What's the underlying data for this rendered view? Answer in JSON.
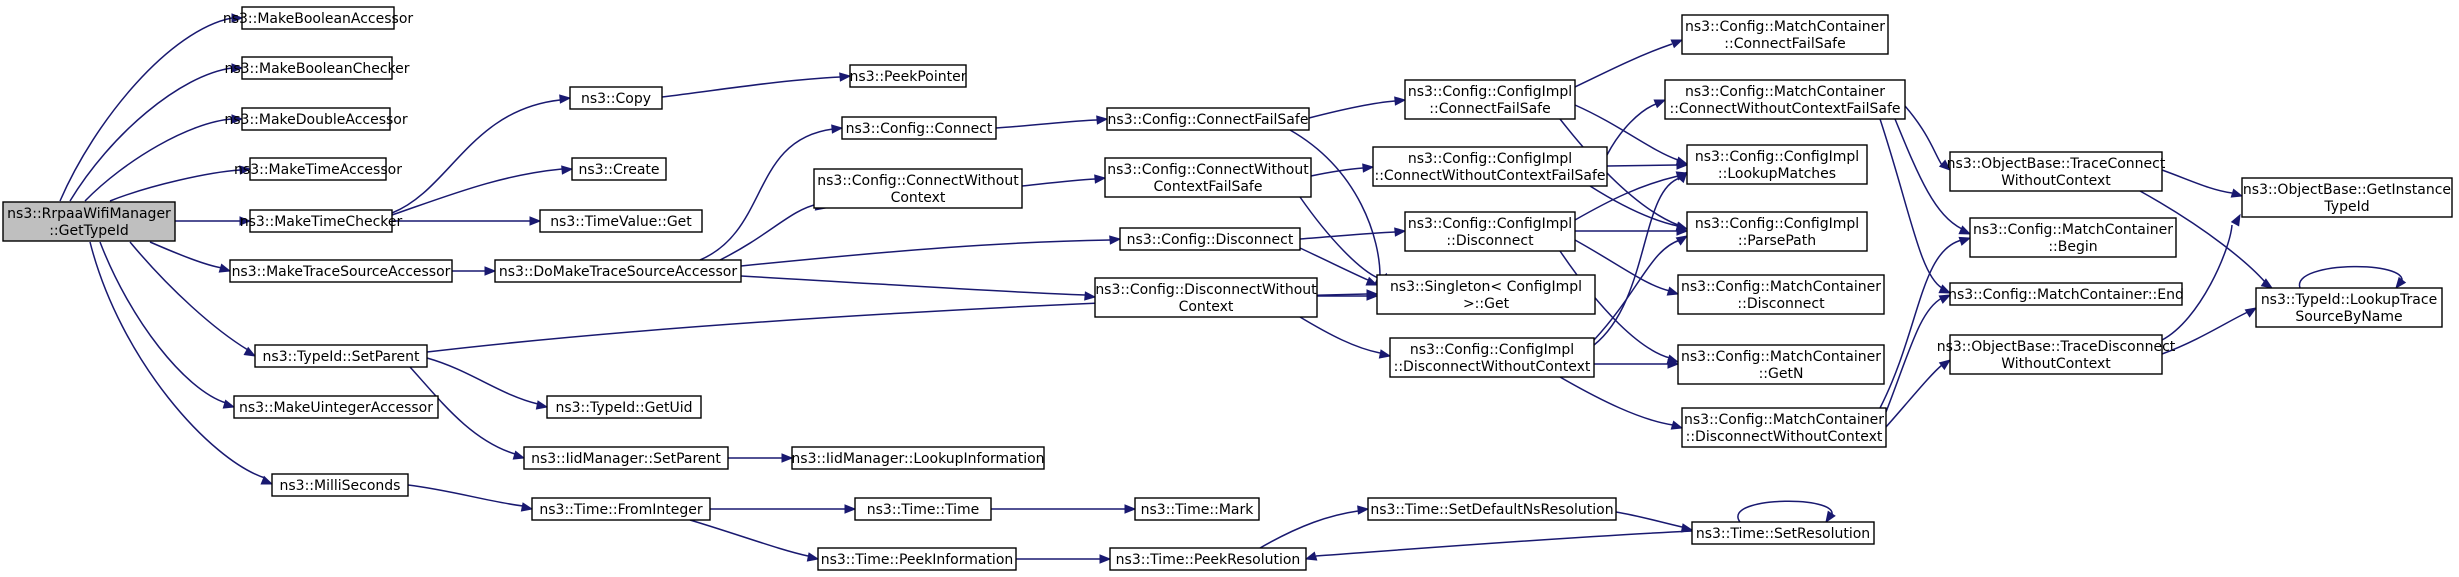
{
  "diagram": {
    "colors": {
      "edge": "#191970",
      "node_border": "#000000",
      "node_fill": "#ffffff",
      "root_fill": "#bfbfbf",
      "background": "#ffffff"
    },
    "nodes": [
      {
        "id": "root",
        "lines": [
          "ns3::RrpaaWifiManager",
          "::GetTypeId"
        ],
        "root": true
      },
      {
        "id": "makeBoolAcc",
        "lines": [
          "ns3::MakeBooleanAccessor"
        ]
      },
      {
        "id": "makeBoolChk",
        "lines": [
          "ns3::MakeBooleanChecker"
        ]
      },
      {
        "id": "makeDblAcc",
        "lines": [
          "ns3::MakeDoubleAccessor"
        ]
      },
      {
        "id": "makeTimeAcc",
        "lines": [
          "ns3::MakeTimeAccessor"
        ]
      },
      {
        "id": "makeTimeChk",
        "lines": [
          "ns3::MakeTimeChecker"
        ]
      },
      {
        "id": "makeTSA",
        "lines": [
          "ns3::MakeTraceSourceAccessor"
        ]
      },
      {
        "id": "setParent",
        "lines": [
          "ns3::TypeId::SetParent"
        ]
      },
      {
        "id": "makeUintAcc",
        "lines": [
          "ns3::MakeUintegerAccessor"
        ]
      },
      {
        "id": "milli",
        "lines": [
          "ns3::MilliSeconds"
        ]
      },
      {
        "id": "copy",
        "lines": [
          "ns3::Copy"
        ]
      },
      {
        "id": "create",
        "lines": [
          "ns3::Create"
        ]
      },
      {
        "id": "tvGet",
        "lines": [
          "ns3::TimeValue::Get"
        ]
      },
      {
        "id": "doMakeTSA",
        "lines": [
          "ns3::DoMakeTraceSourceAccessor"
        ]
      },
      {
        "id": "getUid",
        "lines": [
          "ns3::TypeId::GetUid"
        ]
      },
      {
        "id": "iidSetParent",
        "lines": [
          "ns3::IidManager::SetParent"
        ]
      },
      {
        "id": "fromInt",
        "lines": [
          "ns3::Time::FromInteger"
        ]
      },
      {
        "id": "peekPtr",
        "lines": [
          "ns3::PeekPointer"
        ]
      },
      {
        "id": "cfgConnect",
        "lines": [
          "ns3::Config::Connect"
        ]
      },
      {
        "id": "cfgConnWoCtx",
        "lines": [
          "ns3::Config::ConnectWithout",
          "Context"
        ]
      },
      {
        "id": "iidLookup",
        "lines": [
          "ns3::IidManager::LookupInformation"
        ]
      },
      {
        "id": "timeTime",
        "lines": [
          "ns3::Time::Time"
        ]
      },
      {
        "id": "peekInfo",
        "lines": [
          "ns3::Time::PeekInformation"
        ]
      },
      {
        "id": "cfgConnFS",
        "lines": [
          "ns3::Config::ConnectFailSafe"
        ]
      },
      {
        "id": "cfgConnWoCtxFS",
        "lines": [
          "ns3::Config::ConnectWithout",
          "ContextFailSafe"
        ]
      },
      {
        "id": "cfgDisconnect",
        "lines": [
          "ns3::Config::Disconnect"
        ]
      },
      {
        "id": "cfgDiscWoCtx",
        "lines": [
          "ns3::Config::DisconnectWithout",
          "Context"
        ]
      },
      {
        "id": "timeMark",
        "lines": [
          "ns3::Time::Mark"
        ]
      },
      {
        "id": "peekRes",
        "lines": [
          "ns3::Time::PeekResolution"
        ]
      },
      {
        "id": "implConnFS",
        "lines": [
          "ns3::Config::ConfigImpl",
          "::ConnectFailSafe"
        ]
      },
      {
        "id": "implConnWoCtxFS",
        "lines": [
          "ns3::Config::ConfigImpl",
          "::ConnectWithoutContextFailSafe"
        ]
      },
      {
        "id": "implDisconnect",
        "lines": [
          "ns3::Config::ConfigImpl",
          "::Disconnect"
        ]
      },
      {
        "id": "singletonGet",
        "lines": [
          "ns3::Singleton< ConfigImpl",
          " >::Get"
        ]
      },
      {
        "id": "implDiscWoCtx",
        "lines": [
          "ns3::Config::ConfigImpl",
          "::DisconnectWithoutContext"
        ]
      },
      {
        "id": "setDefRes",
        "lines": [
          "ns3::Time::SetDefaultNsResolution"
        ]
      },
      {
        "id": "mcConnFS",
        "lines": [
          "ns3::Config::MatchContainer",
          "::ConnectFailSafe"
        ]
      },
      {
        "id": "mcConnWoCtxFS",
        "lines": [
          "ns3::Config::MatchContainer",
          "::ConnectWithoutContextFailSafe"
        ]
      },
      {
        "id": "implLookup",
        "lines": [
          "ns3::Config::ConfigImpl",
          "::LookupMatches"
        ]
      },
      {
        "id": "implParse",
        "lines": [
          "ns3::Config::ConfigImpl",
          "::ParsePath"
        ]
      },
      {
        "id": "mcDisconnect",
        "lines": [
          "ns3::Config::MatchContainer",
          "::Disconnect"
        ]
      },
      {
        "id": "mcGetN",
        "lines": [
          "ns3::Config::MatchContainer",
          "::GetN"
        ]
      },
      {
        "id": "mcDiscWoCtx",
        "lines": [
          "ns3::Config::MatchContainer",
          "::DisconnectWithoutContext"
        ]
      },
      {
        "id": "setRes",
        "lines": [
          "ns3::Time::SetResolution"
        ]
      },
      {
        "id": "obTraceConn",
        "lines": [
          "ns3::ObjectBase::TraceConnect",
          "WithoutContext"
        ]
      },
      {
        "id": "mcBegin",
        "lines": [
          "ns3::Config::MatchContainer",
          "::Begin"
        ]
      },
      {
        "id": "mcEnd",
        "lines": [
          "ns3::Config::MatchContainer::End"
        ]
      },
      {
        "id": "obTraceDisc",
        "lines": [
          "ns3::ObjectBase::TraceDisconnect",
          "WithoutContext"
        ]
      },
      {
        "id": "obGetInst",
        "lines": [
          "ns3::ObjectBase::GetInstance",
          "TypeId"
        ]
      },
      {
        "id": "lookupTrace",
        "lines": [
          "ns3::TypeId::LookupTrace",
          "SourceByName"
        ]
      }
    ]
  }
}
